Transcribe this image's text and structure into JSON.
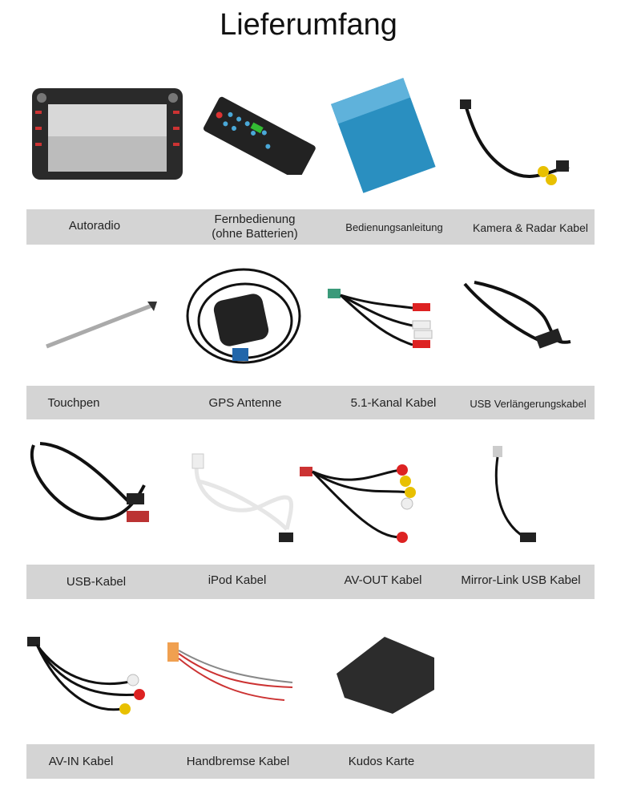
{
  "title": "Lieferumfang",
  "rows": [
    {
      "items": [
        {
          "label": "Autoradio",
          "icon": "car-radio-image"
        },
        {
          "label": "Fernbedienung",
          "label2": "(ohne Batterien)",
          "icon": "remote-control-image"
        },
        {
          "label": "Bedienungsanleitung",
          "icon": "user-manual-image"
        },
        {
          "label": "Kamera & Radar Kabel",
          "icon": "camera-radar-cable-image"
        }
      ]
    },
    {
      "items": [
        {
          "label": "Touchpen",
          "icon": "touchpen-image"
        },
        {
          "label": "GPS Antenne",
          "icon": "gps-antenna-image"
        },
        {
          "label": "5.1-Kanal Kabel",
          "icon": "5-1-channel-cable-image"
        },
        {
          "label": "USB Verlängerungskabel",
          "icon": "usb-extension-cable-image"
        }
      ]
    },
    {
      "items": [
        {
          "label": "USB-Kabel",
          "icon": "usb-cable-image"
        },
        {
          "label": "iPod Kabel",
          "icon": "ipod-cable-image"
        },
        {
          "label": "AV-OUT Kabel",
          "icon": "av-out-cable-image"
        },
        {
          "label": "Mirror-Link USB Kabel",
          "icon": "mirror-link-usb-cable-image"
        }
      ]
    },
    {
      "items": [
        {
          "label": "AV-IN Kabel",
          "icon": "av-in-cable-image"
        },
        {
          "label": "Handbremse Kabel",
          "icon": "handbrake-cable-image"
        },
        {
          "label": "Kudos Karte",
          "icon": "sd-card-image"
        }
      ]
    }
  ]
}
